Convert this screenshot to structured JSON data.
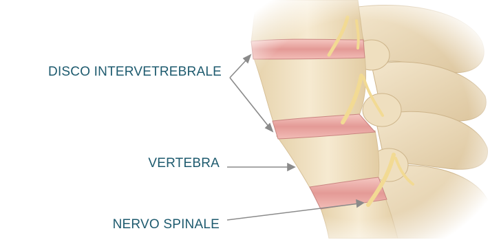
{
  "labels": {
    "disc": "DISCO INTERVETREBRALE",
    "vertebra": "VERTEBRA",
    "nerve": "NERVO SPINALE"
  },
  "colors": {
    "label_text": "#1d5a6e",
    "leader_line": "#8a8a8a",
    "bone": "#f2e2c2",
    "bone_shadow": "#d9c39c",
    "disc": "#e8a3a0",
    "nerve": "#f3dd9a"
  }
}
